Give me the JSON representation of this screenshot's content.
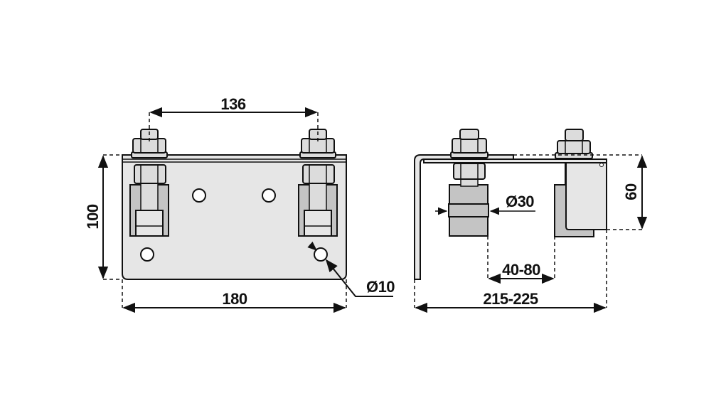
{
  "front_view": {
    "bolt_spacing": "136",
    "plate_height": "100",
    "plate_width": "180",
    "hole_diameter": "Ø10"
  },
  "side_view": {
    "roller_diameter": "Ø30",
    "adjust_range": "40-80",
    "overall_width": "215-225",
    "bracket_height": "60"
  },
  "colors": {
    "plate": "#e6e6e6",
    "roller": "#c4c4c4",
    "line": "#111111"
  }
}
